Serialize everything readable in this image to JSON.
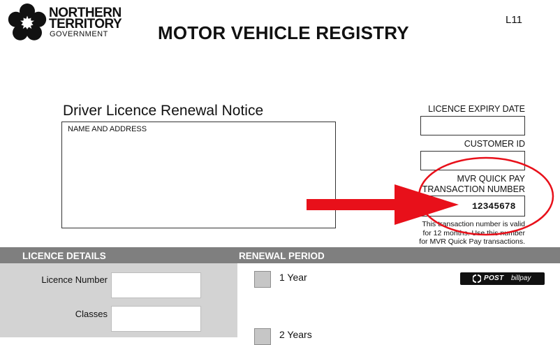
{
  "header": {
    "org_line1": "NORTHERN",
    "org_line2": "TERRITORY",
    "org_line3": "GOVERNMENT",
    "logo_icon": "nt-government-flower-logo",
    "form_code": "L11",
    "title": "MOTOR VEHICLE REGISTRY"
  },
  "notice": {
    "title": "Driver Licence Renewal Notice",
    "address_label": "NAME AND ADDRESS"
  },
  "fields": {
    "expiry_label": "LICENCE EXPIRY DATE",
    "expiry_value": "",
    "customer_id_label": "CUSTOMER ID",
    "customer_id_value": "",
    "transaction_label_line1": "MVR QUICK PAY",
    "transaction_label_line2": "TRANSACTION NUMBER",
    "transaction_number": "12345678",
    "validity_note_line1": "This transaction number is valid",
    "validity_note_line2": "for 12 months. Use this number",
    "validity_note_line3": "for MVR Quick Pay transactions."
  },
  "annotations": {
    "arrow_color": "#e8101a",
    "circle_color": "#e8101a"
  },
  "details": {
    "section_title": "LICENCE DETAILS",
    "licence_number_label": "Licence Number",
    "classes_label": "Classes"
  },
  "renewal": {
    "section_title": "RENEWAL PERIOD",
    "option_1": "1 Year",
    "option_2": "2 Years"
  },
  "payment": {
    "logo_word1": "POST",
    "logo_word2": "billpay",
    "logo_icon": "post-billpay-icon"
  }
}
